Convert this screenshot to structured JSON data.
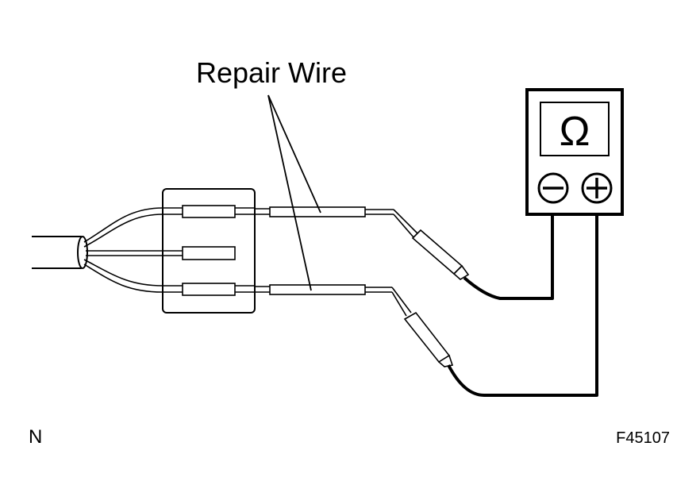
{
  "diagram": {
    "callout_label": "Repair Wire",
    "meter_symbol": "Ω",
    "terminal_negative": "−",
    "terminal_positive": "+",
    "corner_label": "N",
    "figure_code": "F45107"
  },
  "colors": {
    "line": "#000000",
    "background": "#ffffff"
  },
  "icons": {
    "meter": "ohmmeter-icon",
    "negative_terminal": "minus-circle-icon",
    "positive_terminal": "plus-circle-icon"
  }
}
